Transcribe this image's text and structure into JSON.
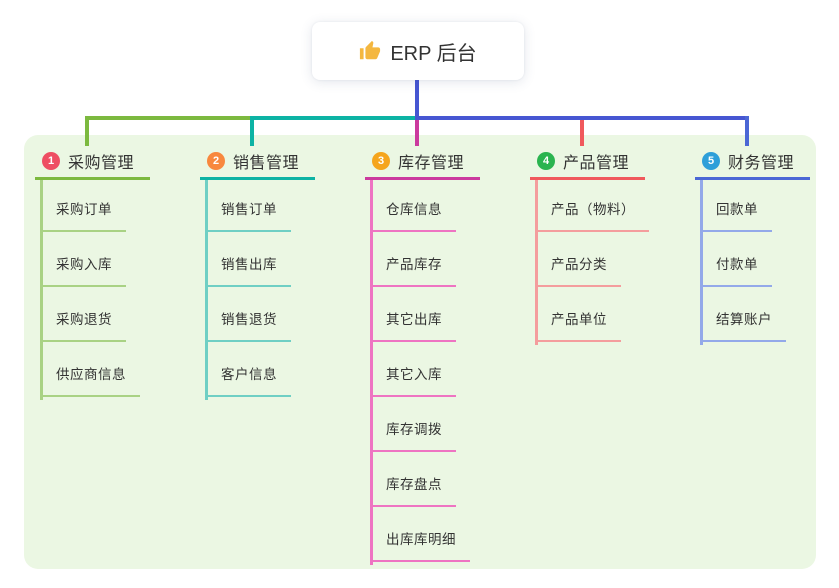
{
  "root": {
    "label": "ERP 后台",
    "icon": "thumbs-up-icon",
    "icon_color": "#f4b73f",
    "line_color": "#4656d2"
  },
  "canvas": {
    "background": "#ffffff",
    "panel_color": "#ebf7e3",
    "text_color": "#333333"
  },
  "branches": [
    {
      "number": "1",
      "title": "采购管理",
      "badge_color": "#ee4e63",
      "line_color": "#7cb93f",
      "child_line_color": "#a9d284",
      "children": [
        "采购订单",
        "采购入库",
        "采购退货",
        "供应商信息"
      ]
    },
    {
      "number": "2",
      "title": "销售管理",
      "badge_color": "#f8883e",
      "line_color": "#0db3a4",
      "child_line_color": "#6fcfc4",
      "children": [
        "销售订单",
        "销售出库",
        "销售退货",
        "客户信息"
      ]
    },
    {
      "number": "3",
      "title": "库存管理",
      "badge_color": "#f5a51d",
      "line_color": "#cb3a9e",
      "child_line_color": "#ee74c2",
      "children": [
        "仓库信息",
        "产品库存",
        "其它出库",
        "其它入库",
        "库存调拨",
        "库存盘点",
        "出库库明细"
      ]
    },
    {
      "number": "4",
      "title": "产品管理",
      "badge_color": "#2ab44f",
      "line_color": "#f0595c",
      "child_line_color": "#f49d9d",
      "children": [
        "产品（物料）",
        "产品分类",
        "产品单位"
      ]
    },
    {
      "number": "5",
      "title": "财务管理",
      "badge_color": "#2e9fd9",
      "line_color": "#4b67d5",
      "child_line_color": "#93a9e9",
      "children": [
        "回款单",
        "付款单",
        "结算账户"
      ]
    }
  ]
}
